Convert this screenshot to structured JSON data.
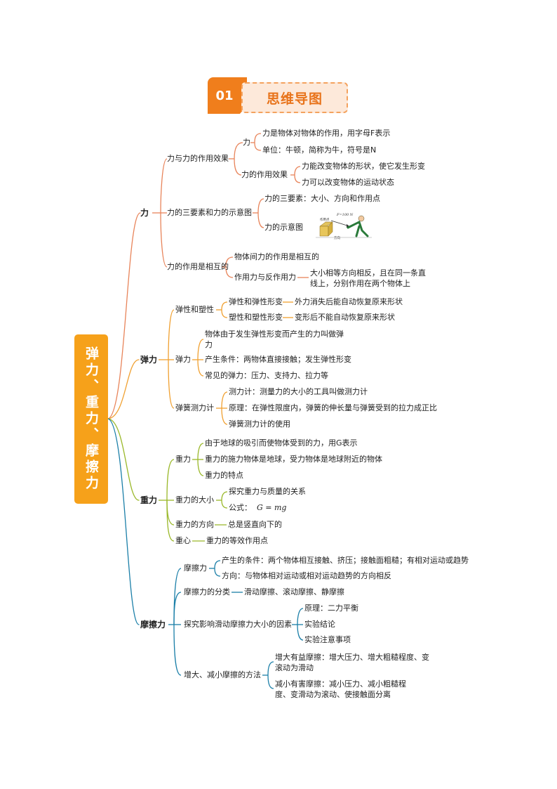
{
  "header": {
    "number": "01",
    "title": "思维导图"
  },
  "root": "弹力、重力、摩擦力",
  "li": {
    "label": "力",
    "a": "力与力的作用效果",
    "a1": "力",
    "a1a": "力是物体对物体的作用，用字母F表示",
    "a1b": "单位：牛顿，简称为牛，符号是N",
    "a2": "力的作用效果",
    "a2a": "力能改变物体的形状，使它发生形变",
    "a2b": "力可以改变物体的运动状态",
    "b": "力的三要素和力的示意图",
    "b1": "力的三要素：大小、方向和作用点",
    "b2": "力的示意图",
    "fig_force": "F=100 N",
    "fig_point": "作用点",
    "fig_dir": "方向",
    "c": "力的作用是相互的",
    "c1": "物体间力的作用是相互的",
    "c2": "作用力与反作用力",
    "c2a": "大小相等方向相反，且在同一条直线上，分别作用在两个物体上"
  },
  "tanli": {
    "label": "弹力",
    "a": "弹性和塑性",
    "a1": "弹性和弹性形变",
    "a1a": "外力消失后能自动恢复原来形状",
    "a2": "塑性和塑性形变",
    "a2a": "变形后不能自动恢复原来形状",
    "b": "弹力",
    "b1": "物体由于发生弹性形变而产生的力叫做弹力",
    "b2": "产生条件：两物体直接接触；发生弹性形变",
    "b3": "常见的弹力：压力、支持力、拉力等",
    "c": "弹簧测力计",
    "c1": "测力计：测量力的大小的工具叫做测力计",
    "c2": "原理：在弹性限度内，弹簧的伸长量与弹簧受到的拉力成正比",
    "c3": "弹簧测力计的使用"
  },
  "zhongli": {
    "label": "重力",
    "a": "重力",
    "a1": "由于地球的吸引而使物体受到的力，用G表示",
    "a2": "重力的施力物体是地球，受力物体是地球附近的物体",
    "a3": "重力的特点",
    "b": "重力的大小",
    "b1": "探究重力与质量的关系",
    "b2": "公式：",
    "b2f": "G = mg",
    "c": "重力的方向",
    "c1": "总是竖直向下的",
    "d": "重心",
    "d1": "重力的等效作用点"
  },
  "moca": {
    "label": "摩擦力",
    "a": "摩擦力",
    "a1": "产生的条件：两个物体相互接触、挤压；接触面粗糙；有相对运动或趋势",
    "a2": "方向：与物体相对运动或相对运动趋势的方向相反",
    "b": "摩擦力的分类",
    "b1": "滑动摩擦、滚动摩擦、静摩擦",
    "c": "探究影响滑动摩擦力大小的因素",
    "c1": "原理：二力平衡",
    "c2": "实验结论",
    "c3": "实验注意事项",
    "d": "增大、减小摩擦的方法",
    "d1": "增大有益摩擦：增大压力、增大粗糙程度、变滚动为滑动",
    "d2": "减小有害摩擦：减小压力、减小粗糙程度、变滑动为滚动、使接触面分离"
  },
  "colors": {
    "li": "#e8845a",
    "tanli": "#f0a030",
    "zhongli": "#9ab829",
    "moca": "#1b7fa8"
  }
}
